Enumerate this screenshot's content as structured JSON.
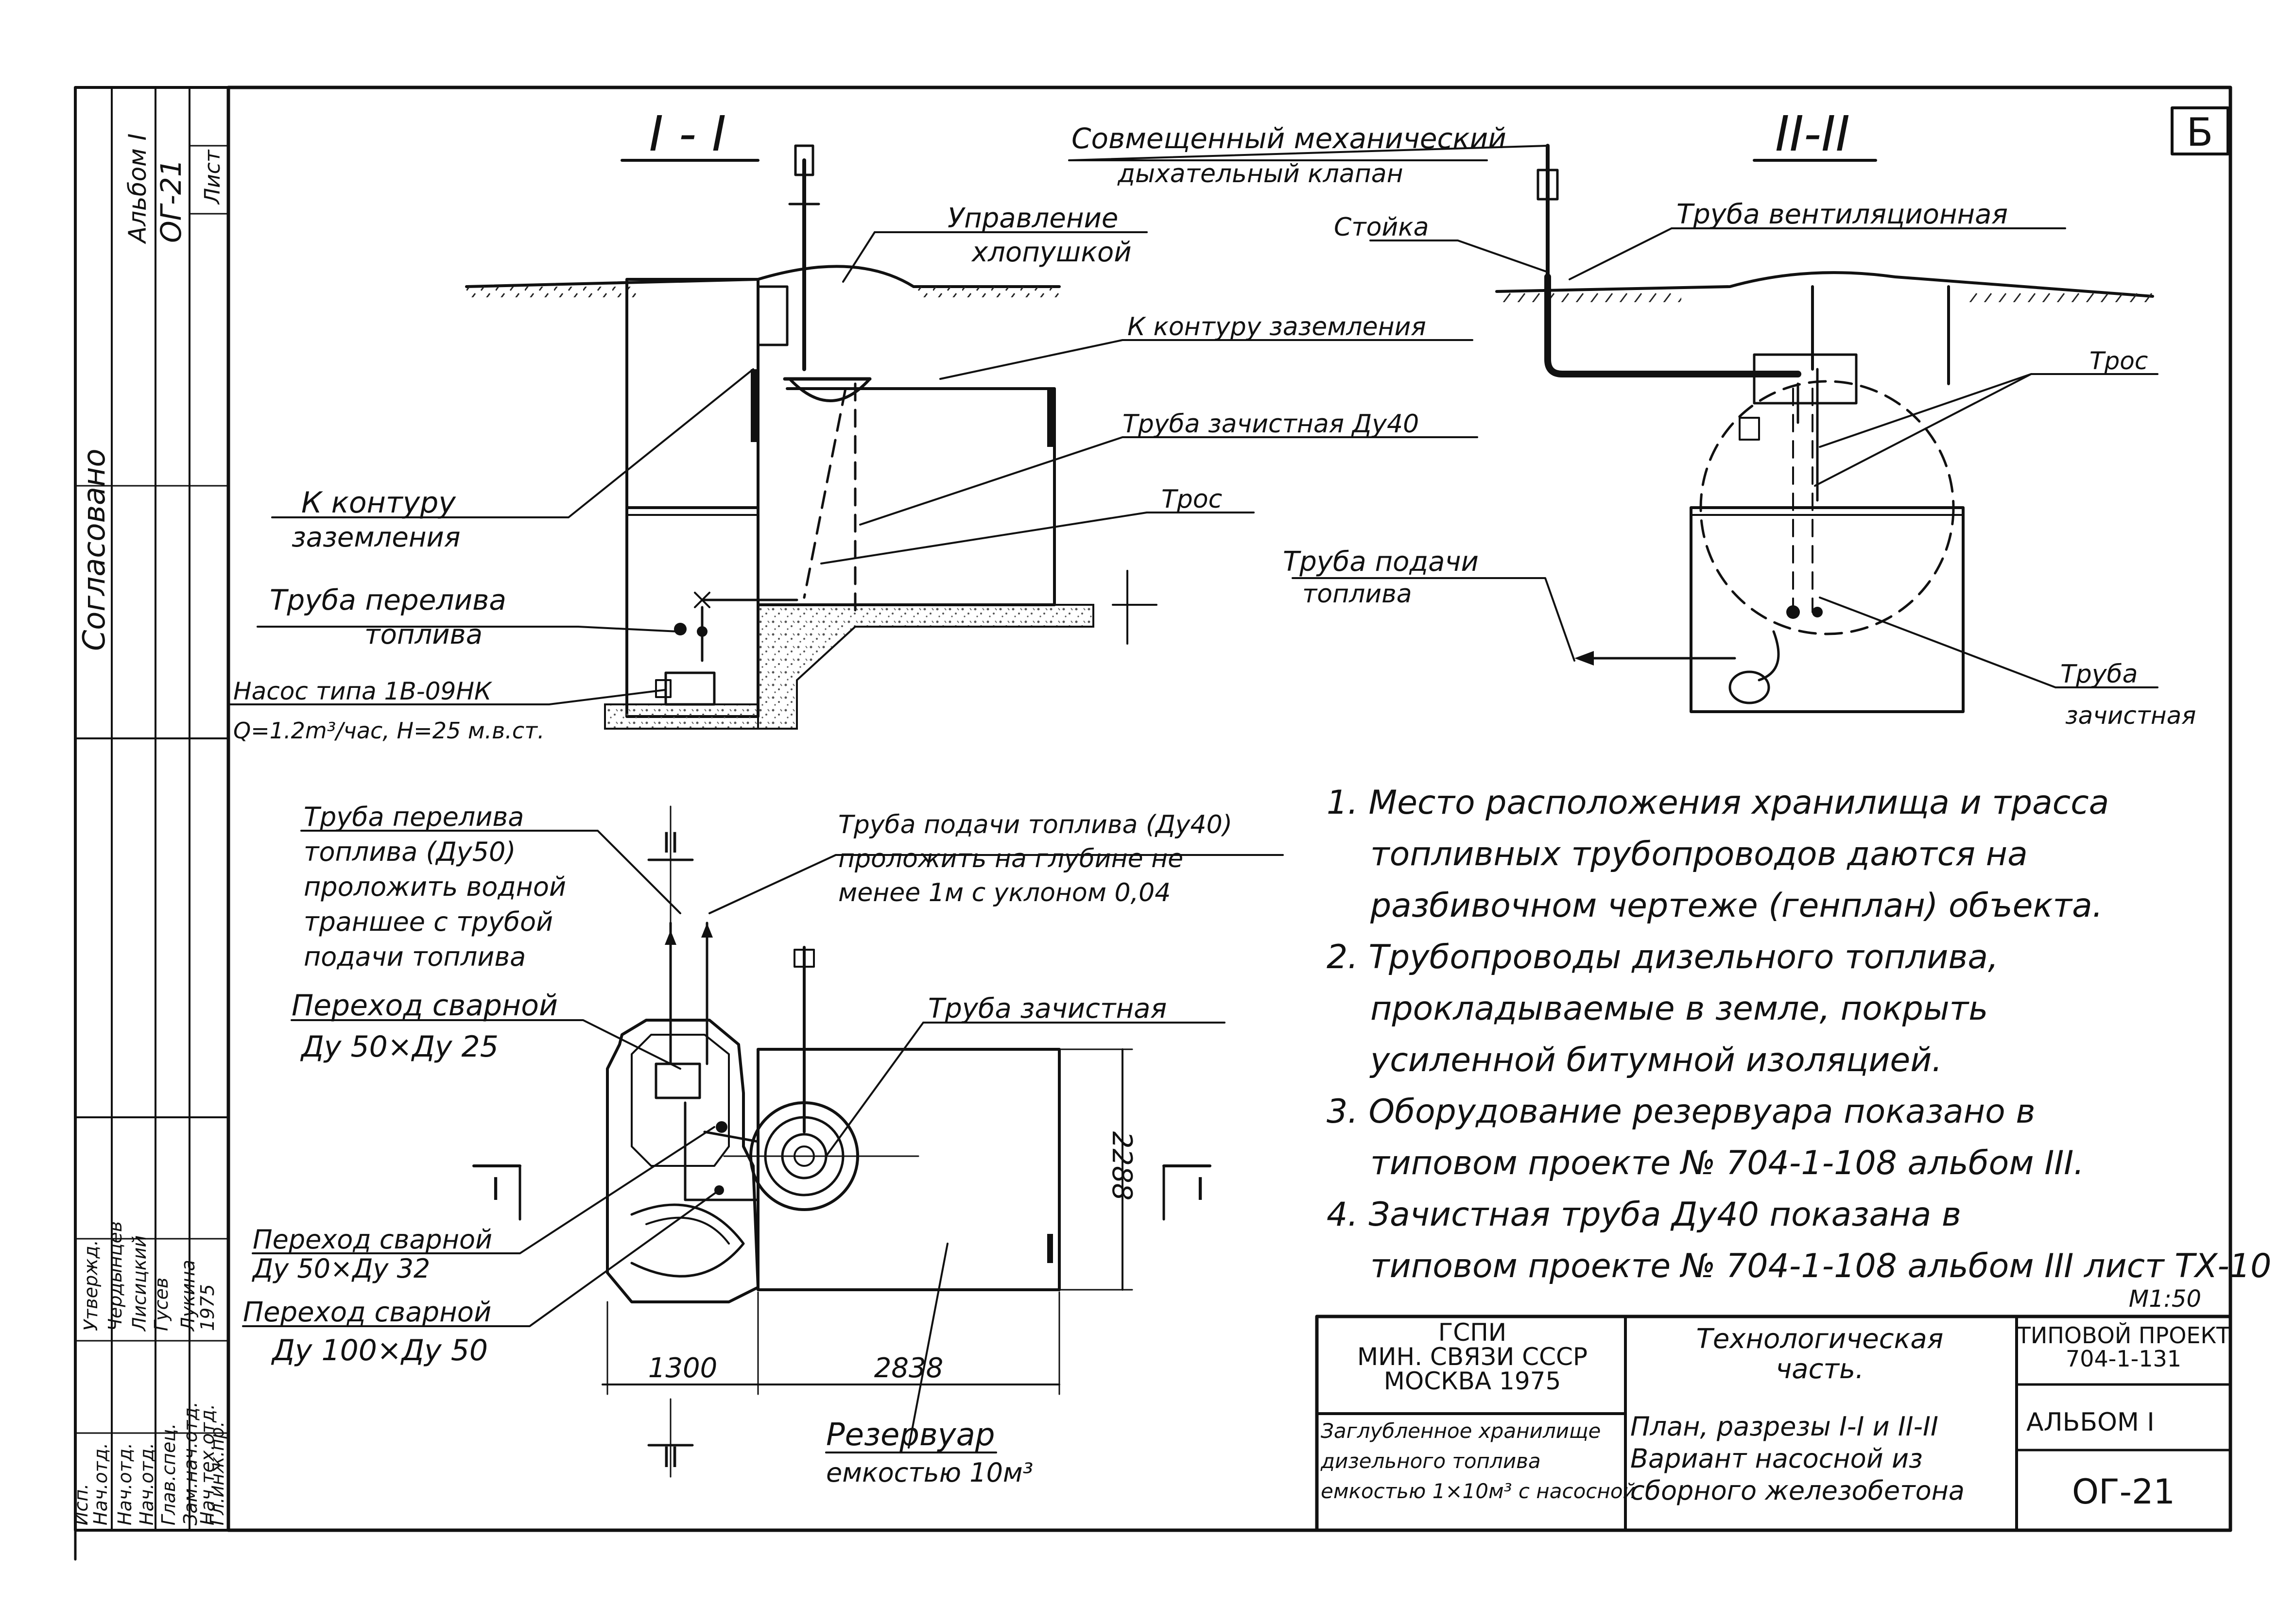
{
  "sheet_marker": "Б",
  "section_I": {
    "title": "I - I",
    "labels": {
      "flap_control_1": "Управление",
      "flap_control_2": "хлопушкой",
      "to_ground_top": "К контуру заземления",
      "cleaning_pipe": "Труба зачистная Ду40",
      "cable": "Трос",
      "to_ground_1": "К контуру",
      "to_ground_2": "заземления",
      "overflow_1": "Труба перелива",
      "overflow_2": "топлива",
      "pump_1": "Насос типа 1В-09НК",
      "pump_2": "Q=1.2m³/час, H=25 м.в.ст."
    }
  },
  "section_II": {
    "title": "II-II",
    "labels": {
      "breather_1": "Совмещенный механический",
      "breather_2": "дыхательный клапан",
      "stand": "Стойка",
      "vent_pipe": "Труба вентиляционная",
      "cable": "Трос",
      "supply_1": "Труба подачи",
      "supply_2": "топлива",
      "cleaning_1": "Труба",
      "cleaning_2": "зачистная"
    }
  },
  "plan": {
    "section_mark_I": "I",
    "section_mark_II": "II",
    "labels": {
      "overflow_block": [
        "Труба перелива",
        "топлива (Ду50)",
        "проложить водной",
        "траншее с трубой",
        "подачи топлива"
      ],
      "supply_block": [
        "Труба подачи топлива (Ду40)",
        "проложить на глубине не",
        "менее 1м с уклоном 0,04"
      ],
      "transition_1a": "Переход сварной",
      "transition_1b": "Ду 50×Ду 25",
      "cleaning_pipe": "Труба зачистная",
      "transition_2a": "Переход сварной",
      "transition_2b": "Ду 50×Ду 32",
      "transition_3a": "Переход сварной",
      "transition_3b": "Ду 100×Ду 50",
      "reservoir_1": "Резервуар",
      "reservoir_2": "емкостью 10м³"
    },
    "dimensions": {
      "width_pit": "1300",
      "width_tank": "2838",
      "height_tank": "2288"
    }
  },
  "notes": [
    "1. Место расположения хранилища и трасса",
    "топливных трубопроводов даются на",
    "разбивочном чертеже (генплан) объекта.",
    "2. Трубопроводы дизельного топлива,",
    "прокладываемые в земле, покрыть",
    "усиленной битумной изоляцией.",
    "3. Оборудование резервуара показано в",
    "типовом проекте № 704-1-108 альбом III.",
    "4. Зачистная труба Ду40 показана в",
    "типовом проекте № 704-1-108 альбом III лист ТХ-10"
  ],
  "scale": "М1:50",
  "title_block": {
    "org": [
      "ГСПИ",
      "МИН. СВЯЗИ СССР",
      "МОСКВА 1975"
    ],
    "object": [
      "Заглубленное хранилище",
      "дизельного топлива",
      "емкостью 1×10м³ с насосной"
    ],
    "part": [
      "Технологическая",
      "часть."
    ],
    "sheet_title": [
      "План, разрезы I-I и II-II",
      "Вариант насосной из",
      "сборного железобетона"
    ],
    "project": [
      "ТИПОВОЙ ПРОЕКТ",
      "704-1-131"
    ],
    "album": "АЛЬБОМ I",
    "sheet_no": "ОГ-21"
  },
  "margin": {
    "agreed": "Согласовано",
    "album": "Альбом I",
    "code": "ОГ-21",
    "sheet": "Лист",
    "rows": [
      "Исп.",
      "Нач.отд.",
      "Нач.отд.",
      "Нач.отд.",
      "Глав.спец.",
      "Зам.нач.отд.",
      "Нач.тех.отд.",
      "Гл.инж.пр."
    ],
    "names": [
      "Утвержд.",
      "Чердынцев",
      "Лисицкий",
      "Гусев",
      "Лукина",
      "1975"
    ]
  },
  "colors": {
    "ink": "#111111",
    "paper": "#ffffff",
    "concrete": "#7a7a7a"
  }
}
